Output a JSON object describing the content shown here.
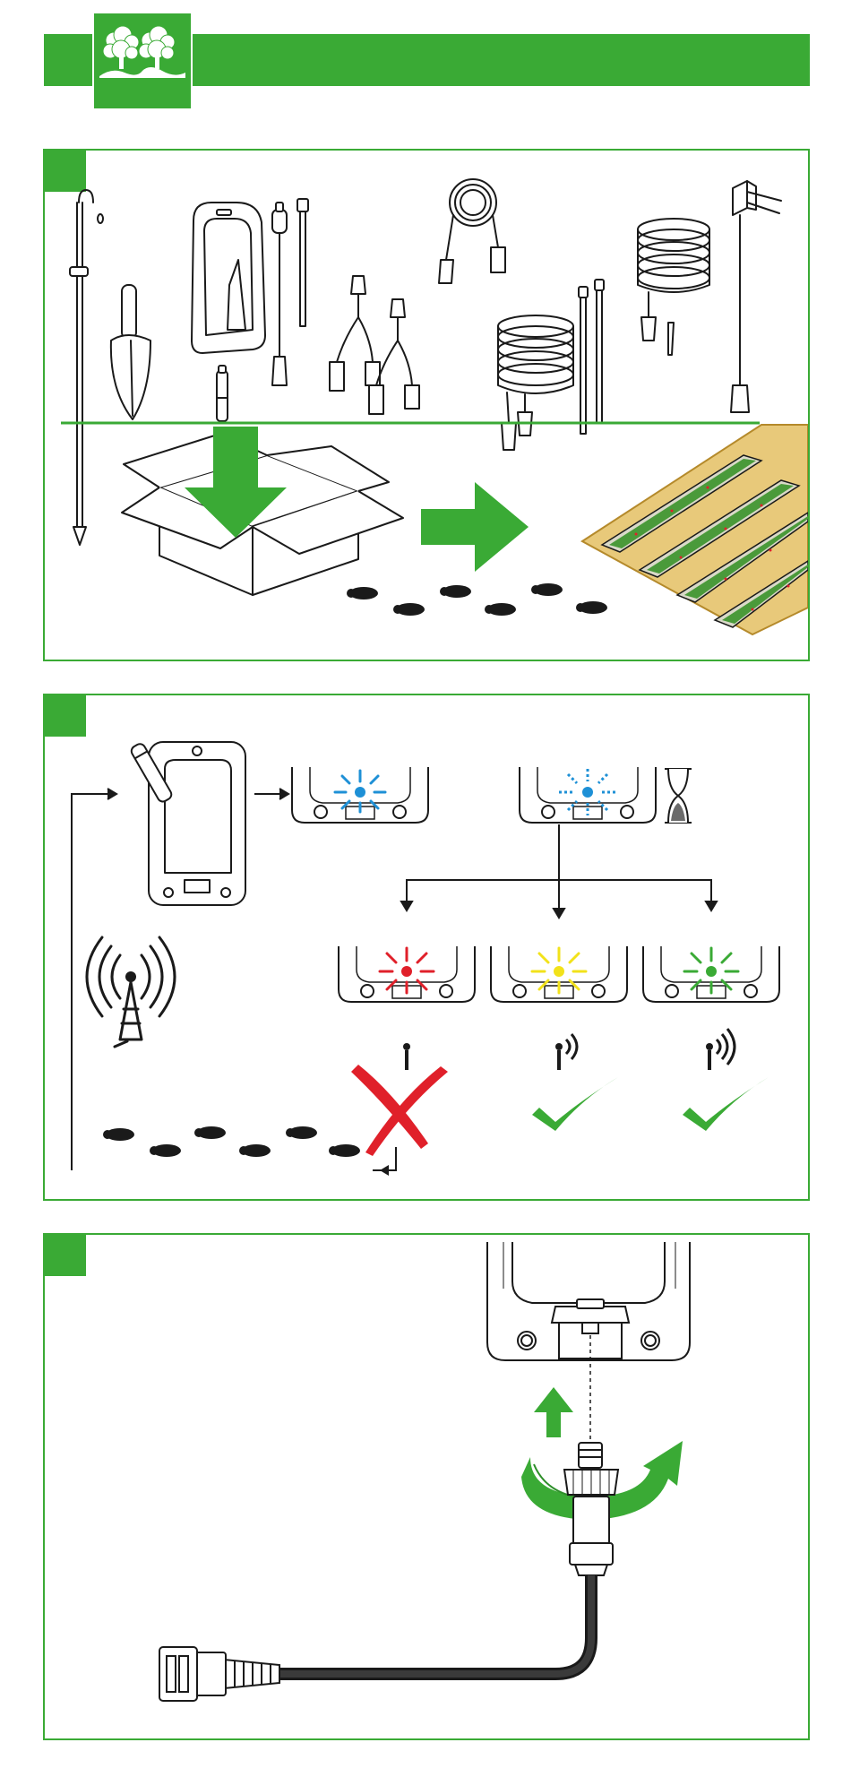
{
  "colors": {
    "brand_green": "#3aaa35",
    "dark_green": "#2e8f2a",
    "outline": "#1a1a1a",
    "led_blue": "#1e90d6",
    "led_red": "#e0202a",
    "led_yellow": "#f2e21a",
    "led_green": "#3aaa35",
    "cross_red": "#e0202a",
    "field_sand": "#e8c97a",
    "field_edge": "#b58a2b",
    "plant_green": "#4a9a3a"
  },
  "header": {
    "logo_icon": "trees-logo-icon"
  },
  "panels": [
    {
      "id": "step-unpack",
      "icons": [
        "probe-rod-icon",
        "trowel-icon",
        "gateway-device-icon",
        "battery-icon",
        "cable-tie-icon",
        "y-splitter-cable-icon",
        "coiled-cable-icon",
        "radiation-shield-icon",
        "leaf-wetness-sensor-icon",
        "box-icon",
        "down-arrow-icon",
        "right-arrow-icon",
        "footprints-icon",
        "crop-field-icon"
      ]
    },
    {
      "id": "step-signal-check",
      "leds": [
        "blue",
        "blue",
        "red",
        "yellow",
        "green"
      ],
      "icons": [
        "insert-battery-icon",
        "hourglass-icon",
        "radio-tower-icon",
        "weak-signal-icon",
        "medium-signal-icon",
        "strong-signal-icon",
        "cross-icon",
        "check-icon",
        "footprints-icon"
      ]
    },
    {
      "id": "step-connect-cable",
      "icons": [
        "device-bottom-icon",
        "up-arrow-icon",
        "rotate-arrow-icon",
        "connector-icon",
        "cable-icon",
        "plug-icon"
      ]
    }
  ]
}
